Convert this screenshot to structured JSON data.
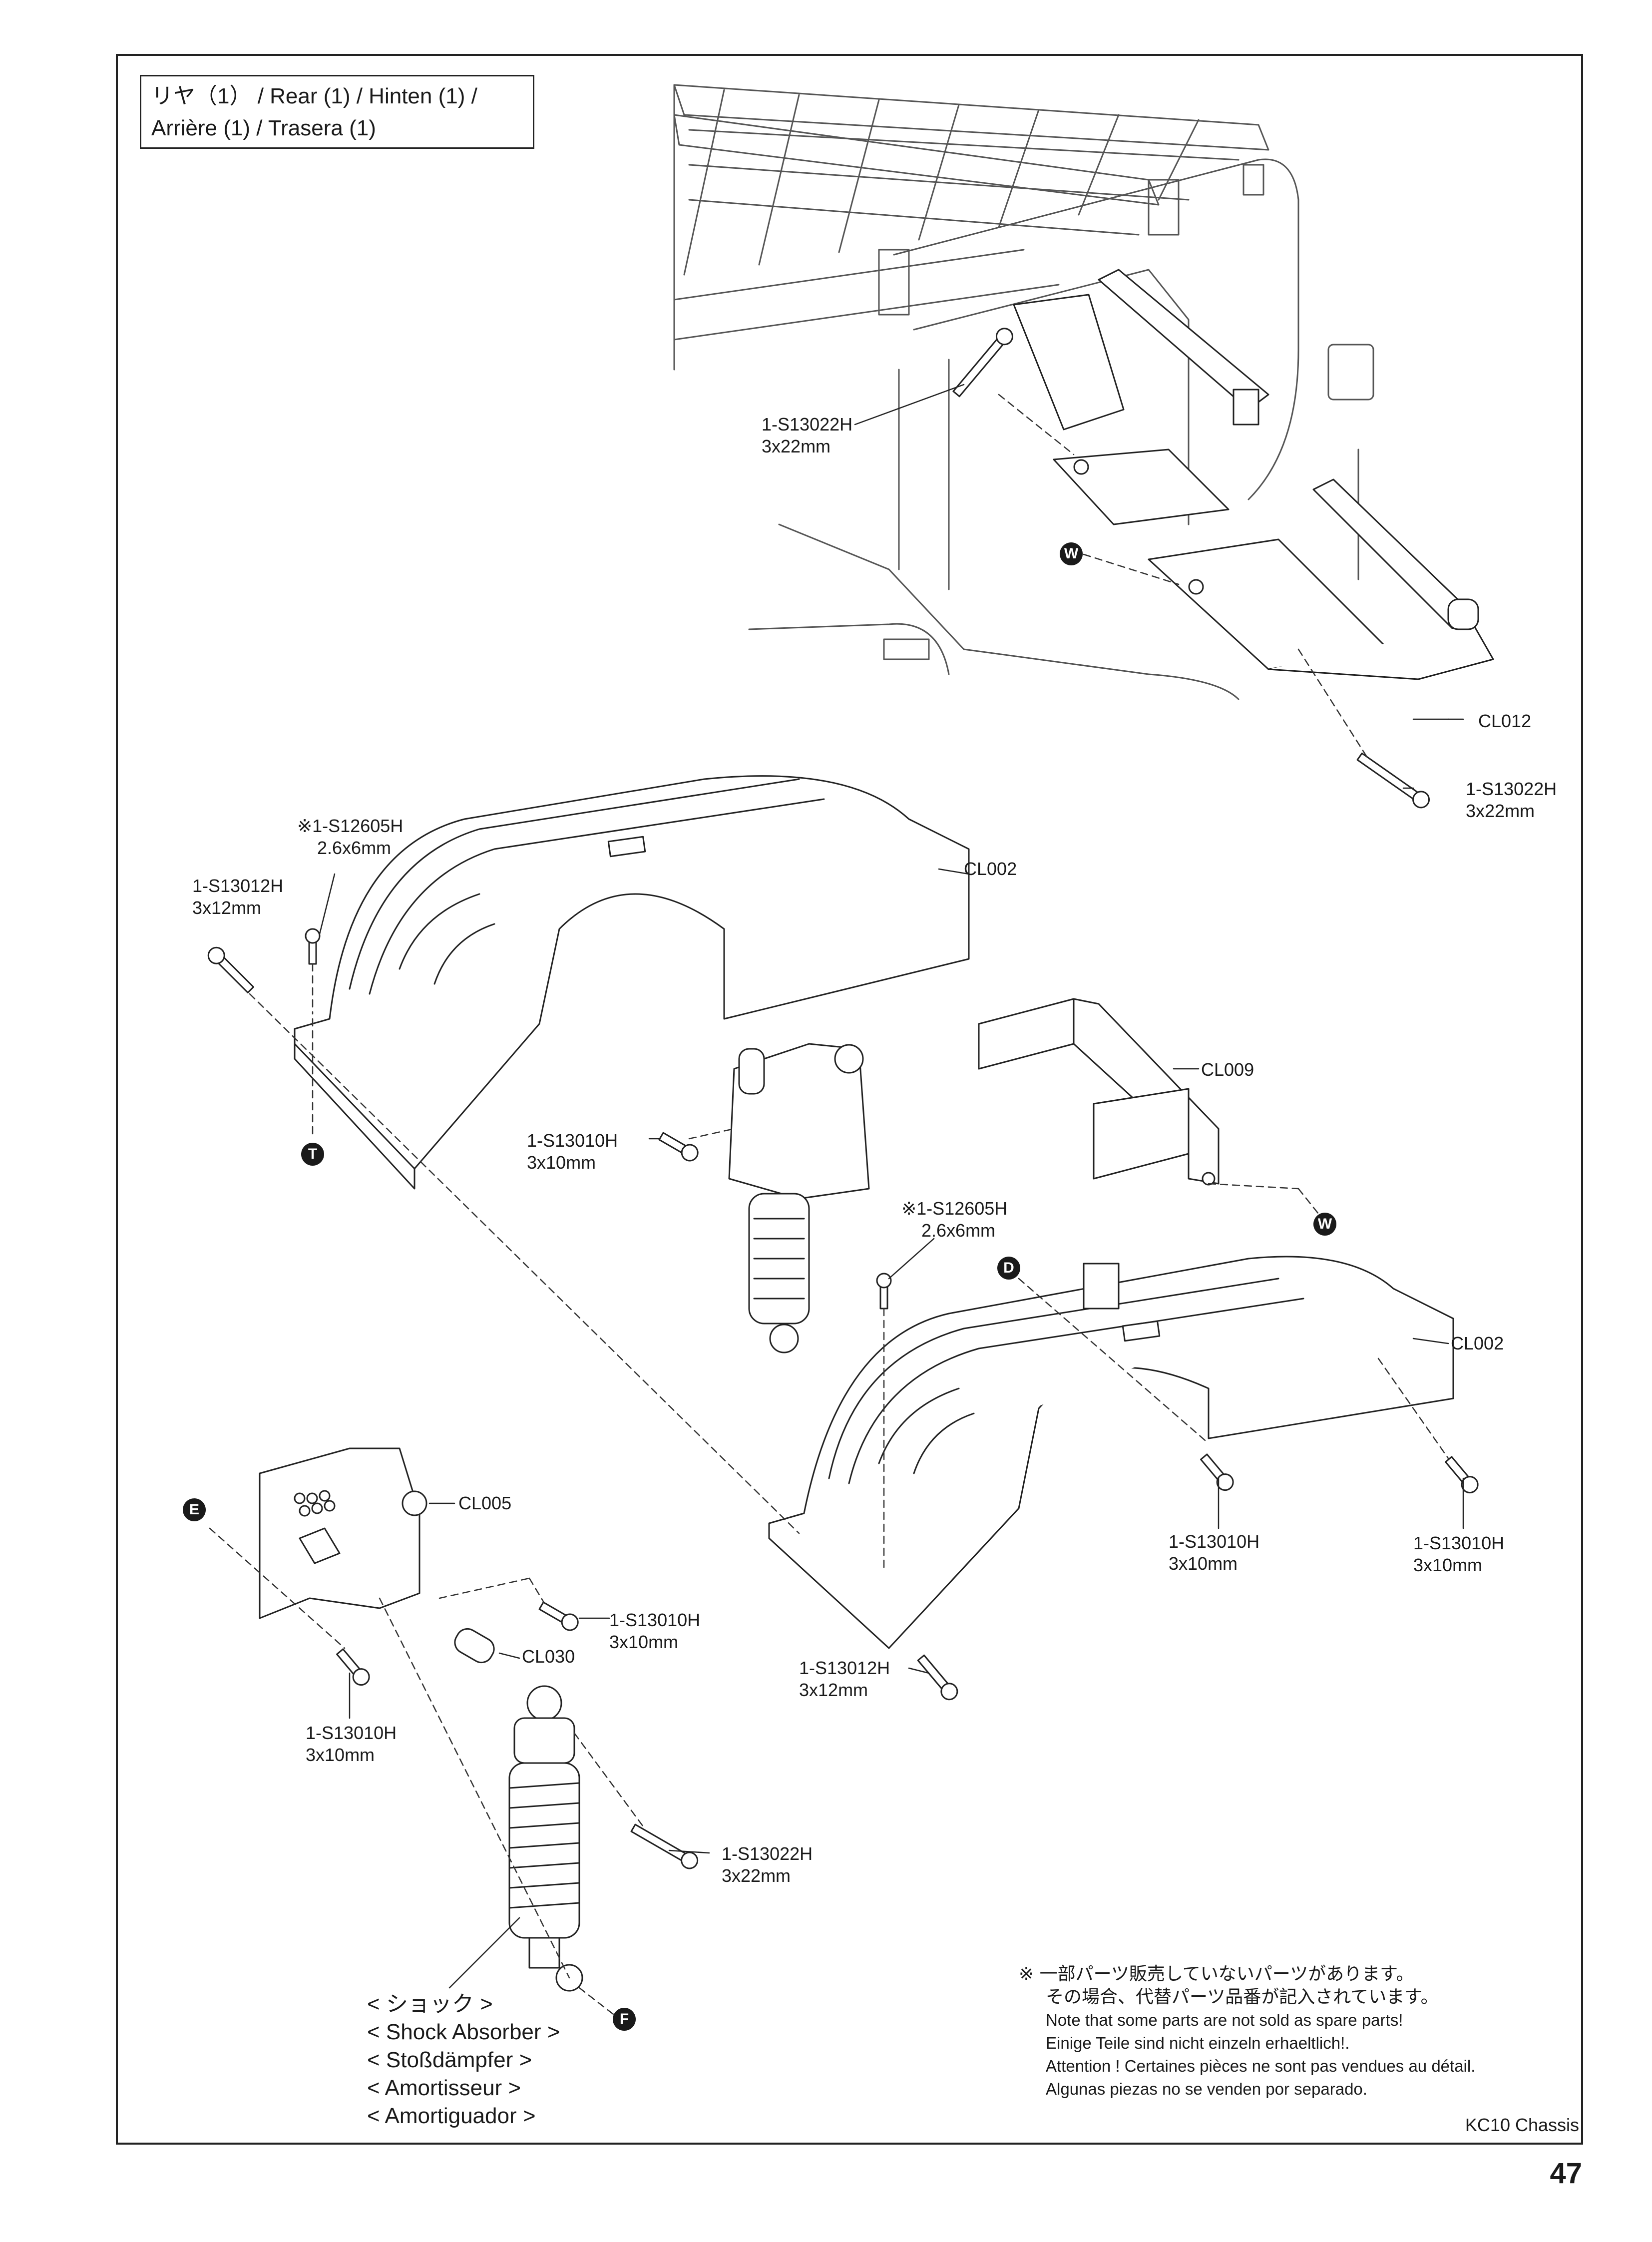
{
  "title": {
    "line1": "リヤ（1） / Rear (1) / Hinten (1) /",
    "line2": "Arrière (1) / Trasera (1)"
  },
  "callouts": {
    "cl012": "CL012",
    "cl002_top": "CL002",
    "cl009": "CL009",
    "cl002_bottom": "CL002",
    "cl005": "CL005",
    "cl030": "CL030"
  },
  "screws": {
    "s13022_a": {
      "part": "1-S13022H",
      "size": "3x22mm"
    },
    "s13022_b": {
      "part": "1-S13022H",
      "size": "3x22mm"
    },
    "s12605_a": {
      "part": "※1-S12605H",
      "size": "2.6x6mm"
    },
    "s13012_a": {
      "part": "1-S13012H",
      "size": "3x12mm"
    },
    "s13010_a": {
      "part": "1-S13010H",
      "size": "3x10mm"
    },
    "s12605_b": {
      "part": "※1-S12605H",
      "size": "2.6x6mm"
    },
    "s13010_b": {
      "part": "1-S13010H",
      "size": "3x10mm"
    },
    "s13010_c": {
      "part": "1-S13010H",
      "size": "3x10mm"
    },
    "s13010_d": {
      "part": "1-S13010H",
      "size": "3x10mm"
    },
    "s13012_b": {
      "part": "1-S13012H",
      "size": "3x12mm"
    },
    "s13010_e": {
      "part": "1-S13010H",
      "size": "3x10mm"
    },
    "s13022_c": {
      "part": "1-S13022H",
      "size": "3x22mm"
    }
  },
  "markers": {
    "w1": "W",
    "t": "T",
    "w2": "W",
    "d": "D",
    "e": "E",
    "f": "F"
  },
  "shock_caption": [
    "< ショック >",
    "< Shock Absorber >",
    "< Stoßdämpfer >",
    "< Amortisseur >",
    "< Amortiguador >"
  ],
  "note": {
    "ja1": "※ 一部パーツ販売していないパーツがあります。",
    "ja2": "その場合、代替パーツ品番が記入されています。",
    "en": "Note that some parts are not sold as spare parts!",
    "de": "Einige Teile sind nicht einzeln erhaeltlich!.",
    "fr": "Attention ! Certaines pièces ne sont pas vendues au détail.",
    "es": "Algunas piezas no se venden por separado."
  },
  "footer": {
    "model": "KC10 Chassis",
    "page": "47"
  }
}
